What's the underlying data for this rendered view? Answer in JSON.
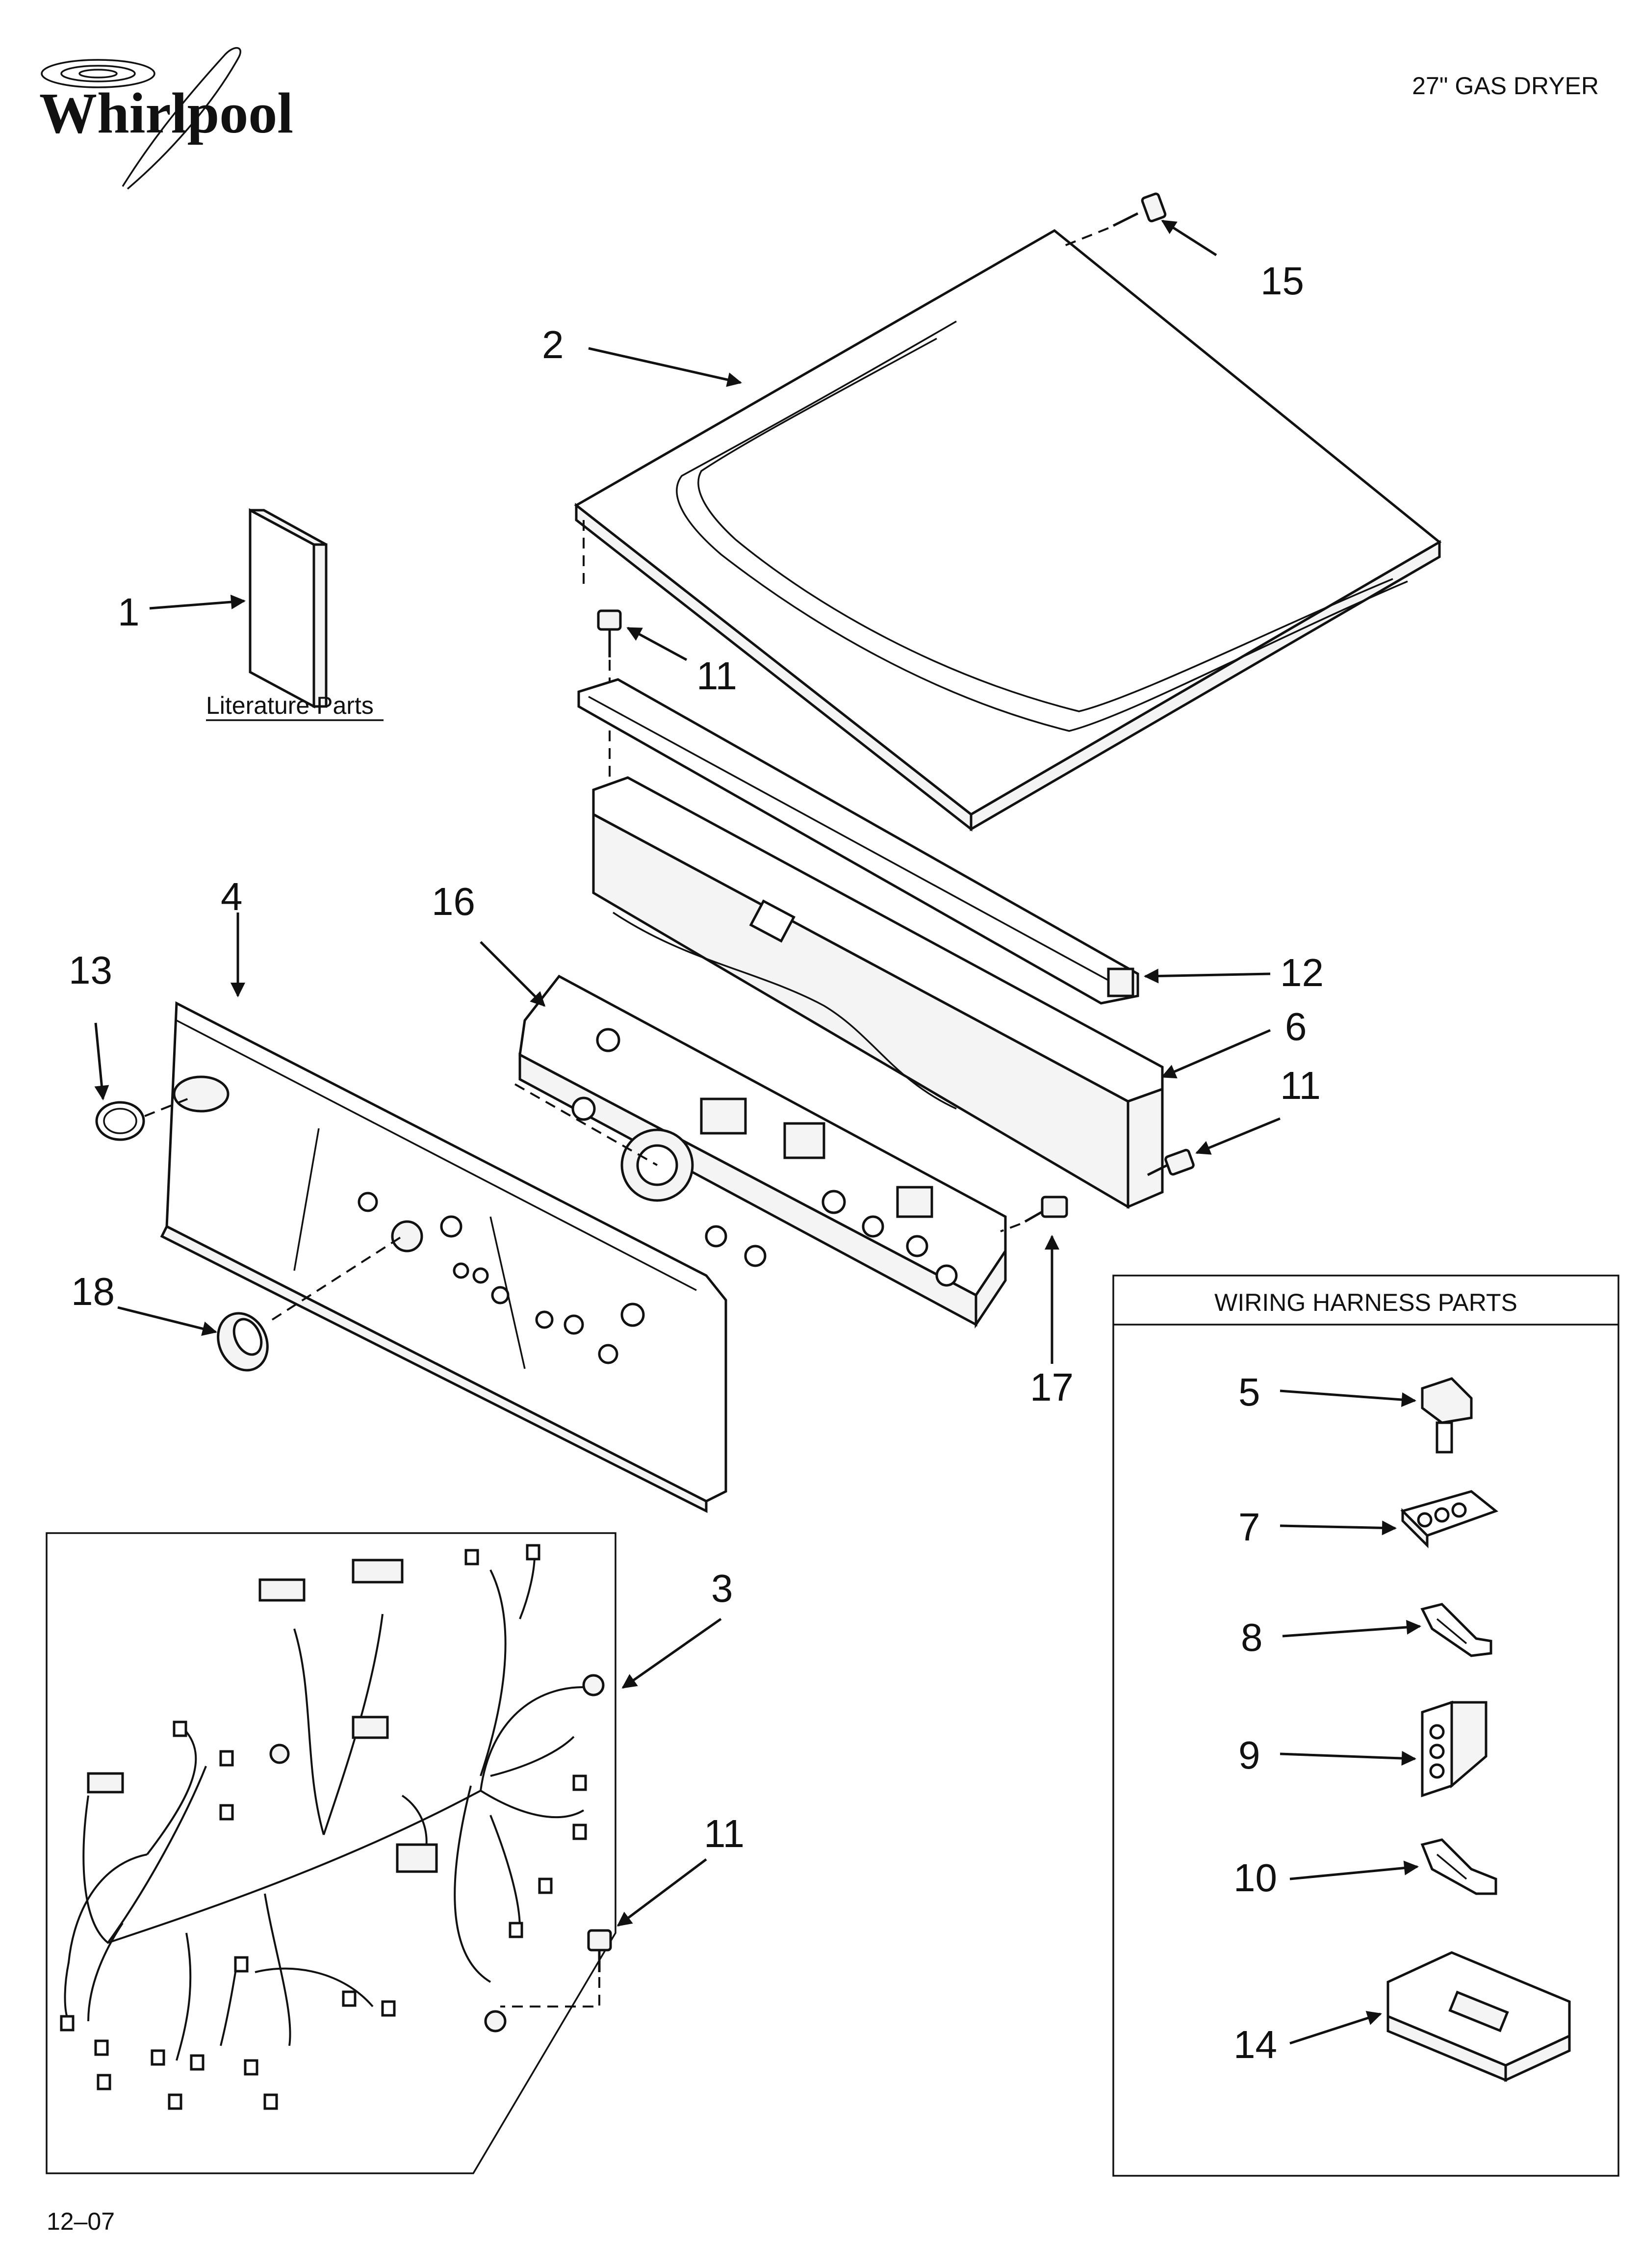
{
  "header": {
    "brand_logo_text": "Whirlpool",
    "model_title": "27\" GAS DRYER"
  },
  "footer": {
    "date_code": "12–07"
  },
  "literature": {
    "label": "Literature Parts"
  },
  "wiring_harness_box": {
    "title": "WIRING HARNESS PARTS"
  },
  "callouts": {
    "c1": "1",
    "c2": "2",
    "c3": "3",
    "c4": "4",
    "c5": "5",
    "c6": "6",
    "c7": "7",
    "c8": "8",
    "c9": "9",
    "c10": "10",
    "c11a": "11",
    "c11b": "11",
    "c11c": "11",
    "c12": "12",
    "c13": "13",
    "c14": "14",
    "c15": "15",
    "c16": "16",
    "c17": "17",
    "c18": "18"
  }
}
